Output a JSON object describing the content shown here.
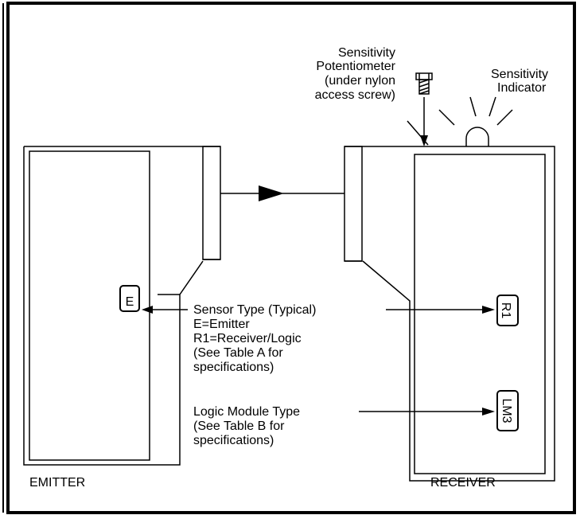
{
  "potentiometer": {
    "lines": [
      "Sensitivity",
      "Potentiometer",
      "(under nylon",
      "access screw)"
    ]
  },
  "indicator": {
    "lines": [
      "Sensitivity",
      "Indicator"
    ]
  },
  "sensor_type": {
    "lines": [
      "Sensor Type (Typical)",
      "E=Emitter",
      "R1=Receiver/Logic",
      "(See Table A for",
      "specifications)"
    ]
  },
  "logic_module": {
    "lines": [
      "Logic Module Type",
      "(See Table B for",
      "specifications)"
    ]
  },
  "labels": {
    "emitter_tag": "E",
    "receiver_tag": "R1",
    "logic_tag": "LM3",
    "emitter": "EMITTER",
    "receiver": "RECEIVER"
  }
}
